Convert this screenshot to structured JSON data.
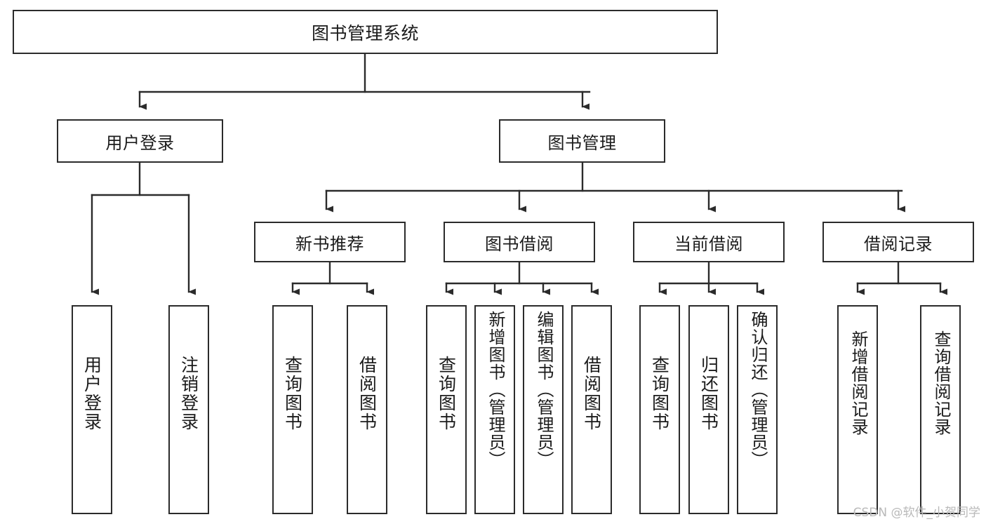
{
  "diagram": {
    "title": "图书管理系统",
    "type": "hierarchy-tree",
    "orientation": "top-down",
    "colors": {
      "box_border": "#2b2b2b",
      "box_fill": "#ffffff",
      "edge": "#2b2b2b",
      "text": "#1b1b1b",
      "watermark": "#b9b9b9"
    }
  },
  "nodes": {
    "root": {
      "label": "图书管理系统"
    },
    "level2": [
      {
        "id": "user-login",
        "label": "用户登录"
      },
      {
        "id": "book-manage",
        "label": "图书管理"
      }
    ],
    "level3": [
      {
        "id": "new-book-recommend",
        "label": "新书推荐"
      },
      {
        "id": "book-borrow",
        "label": "图书借阅"
      },
      {
        "id": "current-borrow",
        "label": "当前借阅"
      },
      {
        "id": "borrow-record",
        "label": "借阅记录"
      }
    ],
    "leaves": {
      "user_login": [
        {
          "id": "leaf-user-login",
          "label": "用户登录"
        },
        {
          "id": "leaf-logout-login",
          "label": "注销登录"
        }
      ],
      "new_book_recommend": [
        {
          "id": "leaf-query-book-1",
          "label": "查询图书"
        },
        {
          "id": "leaf-borrow-book-1",
          "label": "借阅图书"
        }
      ],
      "book_borrow": [
        {
          "id": "leaf-query-book-2",
          "label": "查询图书"
        },
        {
          "id": "leaf-add-book",
          "label": "新增图书（管理员）"
        },
        {
          "id": "leaf-edit-book",
          "label": "编辑图书（管理员）"
        },
        {
          "id": "leaf-borrow-book-2",
          "label": "借阅图书"
        }
      ],
      "current_borrow": [
        {
          "id": "leaf-query-book-3",
          "label": "查询图书"
        },
        {
          "id": "leaf-return-book",
          "label": "归还图书"
        },
        {
          "id": "leaf-confirm-return",
          "label": "确认归还（管理员）"
        }
      ],
      "borrow_record": [
        {
          "id": "leaf-add-record",
          "label": "新增借阅记录"
        },
        {
          "id": "leaf-query-record",
          "label": "查询借阅记录"
        }
      ]
    }
  },
  "watermark": {
    "text": "CSDN @软件_小贺同学"
  }
}
